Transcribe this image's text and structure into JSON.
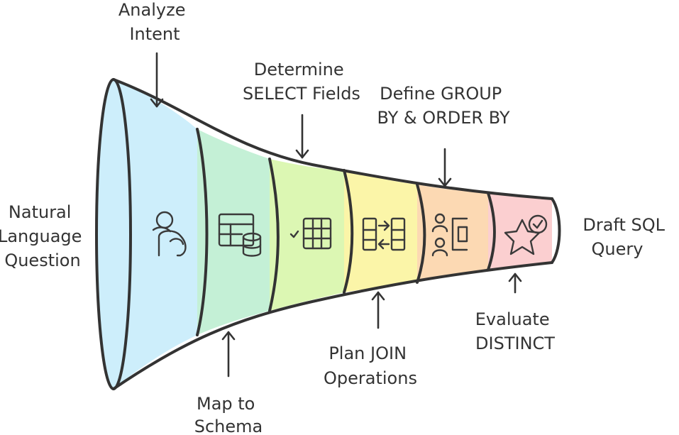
{
  "colors": {
    "stage1": "#cdeefb",
    "stage2": "#c4f0d6",
    "stage3": "#dcf7b3",
    "stage4": "#fbf5a8",
    "stage5": "#fcd9b3",
    "stage6": "#fbcfd0",
    "outline": "#333333"
  },
  "labels": {
    "start": [
      "Natural",
      "Language",
      "Question"
    ],
    "analyze": [
      "Analyze",
      "Intent"
    ],
    "map": [
      "Map to",
      "Schema"
    ],
    "select": [
      "Determine",
      "SELECT Fields"
    ],
    "join": [
      "Plan JOIN",
      "Operations"
    ],
    "group": [
      "Define GROUP",
      "BY & ORDER BY"
    ],
    "distinct": [
      "Evaluate",
      "DISTINCT"
    ],
    "end": [
      "Draft SQL",
      "Query"
    ]
  },
  "icons": {
    "stage1": "person-thinking-icon",
    "stage2": "table-database-icon",
    "stage3": "check-table-icon",
    "stage4": "join-tables-icon",
    "stage5": "group-people-icon",
    "stage6": "star-check-icon"
  }
}
